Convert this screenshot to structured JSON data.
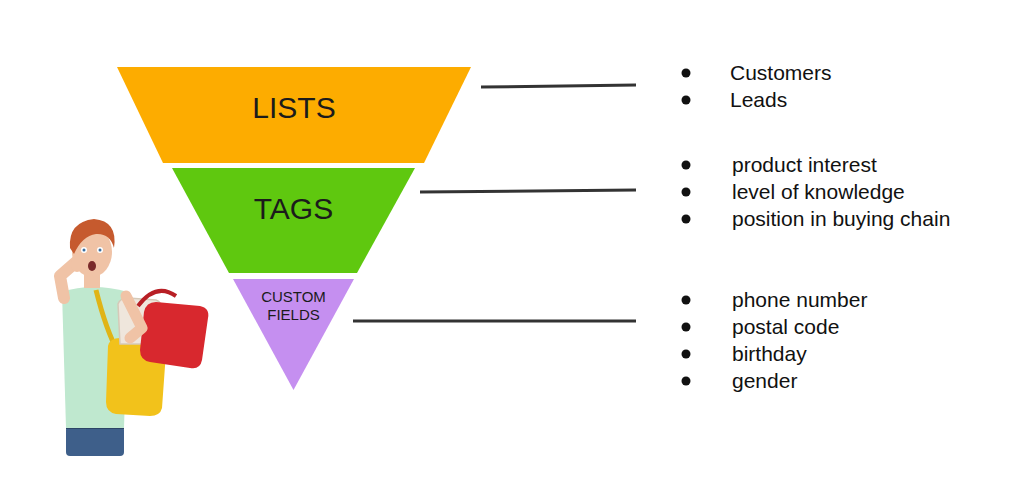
{
  "diagram": {
    "nodes": [
      {
        "text": [
          "LISTS"
        ]
      },
      {
        "text": [
          "TAGS"
        ]
      },
      {
        "text": [
          "CUSTOM FIELDS"
        ]
      }
    ],
    "labels": [
      "Customers",
      "Leads",
      "product interest",
      "level of knowledge",
      "position in buying chain",
      "phone number",
      "postal code",
      "birthday",
      "gender"
    ]
  }
}
